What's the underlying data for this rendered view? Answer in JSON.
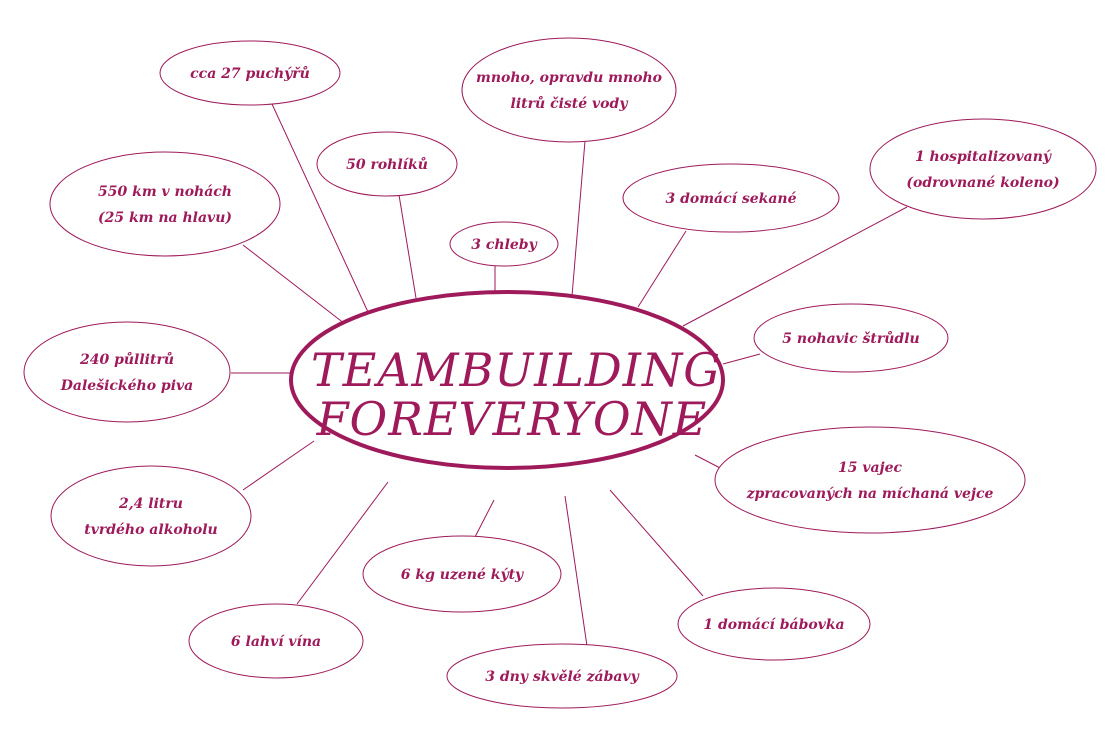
{
  "colors": {
    "accent": "#9e1a5a",
    "background": "#ffffff"
  },
  "center": {
    "line1": "TEAMBUILDING",
    "line2": "FOREVERYONE"
  },
  "nodes": [
    {
      "id": "puchyre",
      "lines": [
        "cca 27 puchýřů"
      ]
    },
    {
      "id": "voda",
      "lines": [
        "mnoho, opravdu mnoho",
        "litrů čisté vody"
      ]
    },
    {
      "id": "rohliky",
      "lines": [
        "50 rohlíků"
      ]
    },
    {
      "id": "km",
      "lines": [
        "550 km v nohách",
        "(25 km na hlavu)"
      ]
    },
    {
      "id": "chleby",
      "lines": [
        "3 chleby"
      ]
    },
    {
      "id": "sekane",
      "lines": [
        "3 domácí sekané"
      ]
    },
    {
      "id": "hospital",
      "lines": [
        "1 hospitalizovaný",
        "(odrovnané koleno)"
      ]
    },
    {
      "id": "strudl",
      "lines": [
        "5 nohavic štrůdlu"
      ]
    },
    {
      "id": "pivo",
      "lines": [
        "240 půllitrů",
        "Dalešického piva"
      ]
    },
    {
      "id": "vajec",
      "lines": [
        "15 vajec",
        "zpracovaných na míchaná vejce"
      ]
    },
    {
      "id": "alkohol",
      "lines": [
        "2,4 litru",
        "tvrdého alkoholu"
      ]
    },
    {
      "id": "kyta",
      "lines": [
        "6 kg uzené kýty"
      ]
    },
    {
      "id": "babovka",
      "lines": [
        "1 domácí bábovka"
      ]
    },
    {
      "id": "vino",
      "lines": [
        "6 lahví vína"
      ]
    },
    {
      "id": "zabava",
      "lines": [
        "3 dny skvělé zábavy"
      ]
    }
  ]
}
